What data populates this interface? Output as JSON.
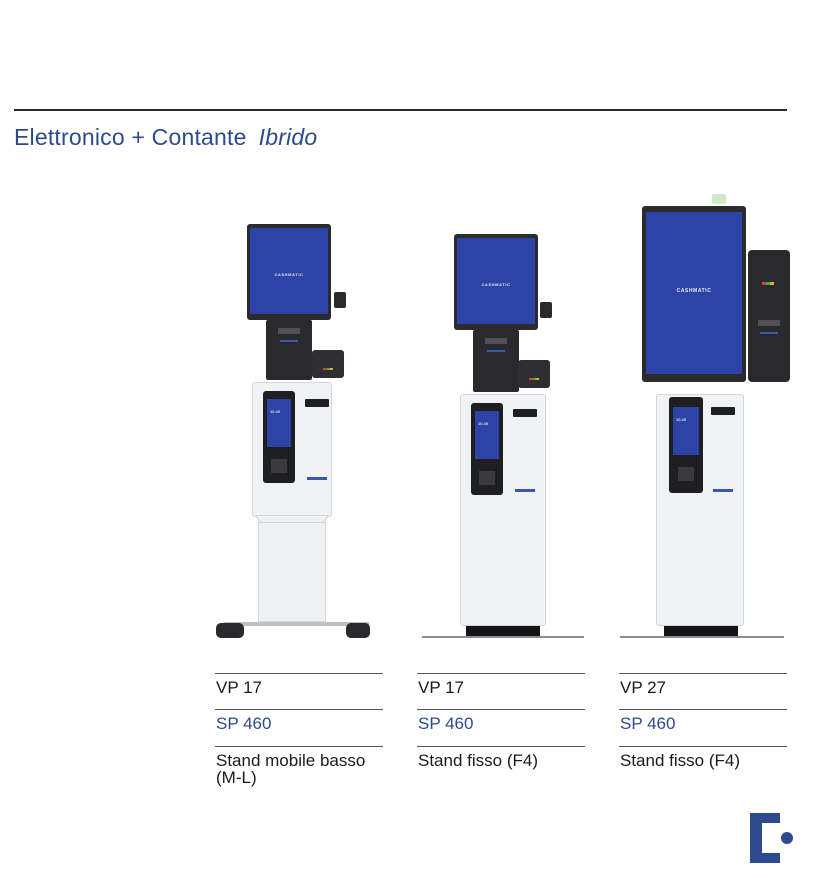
{
  "heading": {
    "title": "Elettronico + Contante",
    "subtitle": "Ibrido"
  },
  "kiosk_brand": "CASHMATIC",
  "terminal_display": "10.45",
  "products": [
    {
      "screen": "VP 17",
      "unit": "SP 460",
      "stand": "Stand mobile basso",
      "stand_code": "(M-L)"
    },
    {
      "screen": "VP 17",
      "unit": "SP 460",
      "stand": "Stand fisso (F4)",
      "stand_code": ""
    },
    {
      "screen": "VP 27",
      "unit": "SP 460",
      "stand": "Stand fisso (F4)",
      "stand_code": ""
    }
  ],
  "colors": {
    "accent": "#2e4a8f",
    "screen_blue": "#2d44a6",
    "kiosk_body": "#f1f2f3",
    "kiosk_dark": "#2b2b2e"
  },
  "icons": [
    "brand-logo-icon"
  ]
}
